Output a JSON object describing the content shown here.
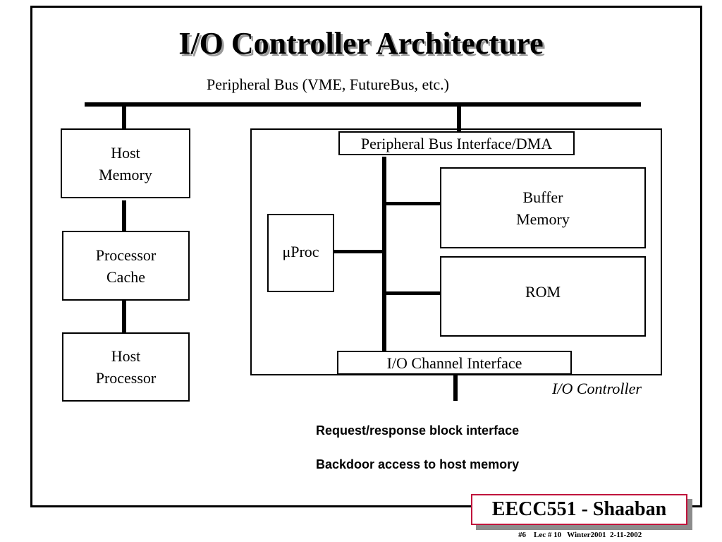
{
  "title": "I/O Controller Architecture",
  "bus_label": "Peripheral Bus (VME, FutureBus, etc.)",
  "host_memory": [
    "Host",
    "Memory"
  ],
  "processor_cache": [
    "Processor",
    "Cache"
  ],
  "host_processor": [
    "Host",
    "Processor"
  ],
  "controller": {
    "label": "I/O Controller",
    "bus_interface": "Peripheral Bus Interface/DMA",
    "uproc": "μProc",
    "buffer_memory": [
      "Buffer",
      "Memory"
    ],
    "rom": "ROM",
    "channel_interface": "I/O Channel Interface"
  },
  "notes": [
    "Request/response block interface",
    "Backdoor access to host memory"
  ],
  "badge": "EECC551 - Shaaban",
  "footer": "#6    Lec # 10   Winter2001  2-11-2002",
  "colors": {
    "badge_border": "#c0143c",
    "title_shadow": "#9a9a9a"
  }
}
